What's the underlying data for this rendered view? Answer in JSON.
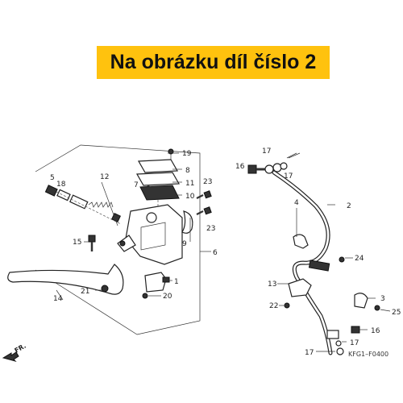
{
  "banner": {
    "text": "Na obrázku díl číslo 2",
    "color": "#ffc20e"
  },
  "diagram_code": "KFG1–F0400",
  "direction_label": "FR.",
  "labels": [
    "1",
    "2",
    "3",
    "4",
    "5",
    "6",
    "7",
    "8",
    "9",
    "10",
    "11",
    "12",
    "13",
    "14",
    "15",
    "16",
    "16",
    "17",
    "17",
    "17",
    "17",
    "18",
    "19",
    "20",
    "21",
    "22",
    "23",
    "23",
    "24",
    "25"
  ]
}
